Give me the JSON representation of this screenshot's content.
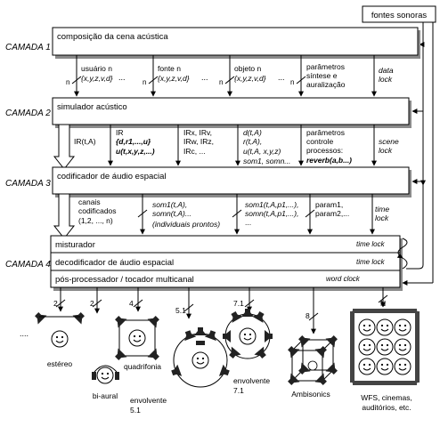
{
  "layers": {
    "l1": "CAMADA 1",
    "l2": "CAMADA 2",
    "l3": "CAMADA 3",
    "l4": "CAMADA 4"
  },
  "boxes": {
    "sources": "fontes sonoras",
    "composition": "composição da cena acústica",
    "simulator": "simulador acústico",
    "encoder": "codificador de áudio espacial",
    "mixer": "misturador",
    "decoder": "decodificador de áudio espacial",
    "postproc": "pós-processador / tocador multicanal"
  },
  "layer1_labels": {
    "n": "n",
    "user_a": "usuário n",
    "user_b": "{x,y,z,v,d}",
    "source_a": "fonte n",
    "source_b": "{x,y,z,v,d}",
    "object_a": "objeto n",
    "object_b": "{x,y,z,v,d}",
    "dots": "...",
    "params_a": "parâmetros",
    "params_b": "síntese e",
    "params_c": "auralização",
    "lock_a": "data",
    "lock_b": "lock"
  },
  "layer2_labels": {
    "ir1": "IR(t,A)",
    "ir2a": "IR",
    "ir2b": "{d,r1,...,u}",
    "ir2c": "u(t,x,y,z,...)",
    "ir3a": "IRx, IRv,",
    "ir3b": "IRw, IRz,",
    "ir3c": "IRc, ...",
    "d4a": "d(t,A)",
    "d4b": "r(t,A),",
    "d4c": "u(t,A, x,y,z)",
    "d4d": "som1, somn...",
    "p5a": "parâmetros",
    "p5b": "controle",
    "p5c": "processos:",
    "p5d": "reverb(a,b...)",
    "lock_a": "scene",
    "lock_b": "lock"
  },
  "layer3_labels": {
    "c1a": "canais",
    "c1b": "codificados",
    "c1c": "(1,2, ..., n)",
    "s2a": "som1(t,A),",
    "s2b": "somn(t,A)...",
    "s2c": "(individuais prontos)",
    "s3a": "som1(t,A,p1,...),",
    "s3b": "somn(t,A,p1,...),",
    "s3c": "...",
    "p4a": "param1,",
    "p4b": "param2,...",
    "lock_a": "time",
    "lock_b": "lock"
  },
  "layer4_labels": {
    "time_lock_1": "time lock",
    "time_lock_2": "time lock",
    "word_clock": "word clock"
  },
  "outputs": {
    "dots": "....",
    "n2a": "2",
    "n2b": "2",
    "n4": "4",
    "n51": "5.1",
    "n71": "7.1",
    "n8": "8",
    "nN": "N",
    "stereo": "estéreo",
    "binaural": "bi-aural",
    "quad": "quadrifonia",
    "surround51a": "envolvente",
    "surround51b": "5.1",
    "surround71a": "envolvente",
    "surround71b": "7.1",
    "ambisonics": "Ambisonics",
    "wfs_a": "WFS, cinemas,",
    "wfs_b": "auditórios, etc."
  }
}
